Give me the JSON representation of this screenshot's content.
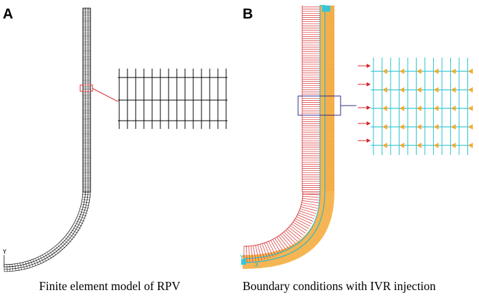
{
  "panels": [
    {
      "letter": "A",
      "caption": "Finite element model of RPV",
      "axis_label": "Y"
    },
    {
      "letter": "B",
      "caption": "Boundary conditions with IVR injection",
      "axis_labels": [
        "Y",
        "X"
      ]
    }
  ],
  "colors": {
    "mesh_line": "#000000",
    "highlight_box_a": "#e03030",
    "load_arrow": "#d62828",
    "pressure_fill": "#f5a623",
    "constraint_mesh": "#36c7d6",
    "highlight_box_b": "#2e2a88"
  }
}
